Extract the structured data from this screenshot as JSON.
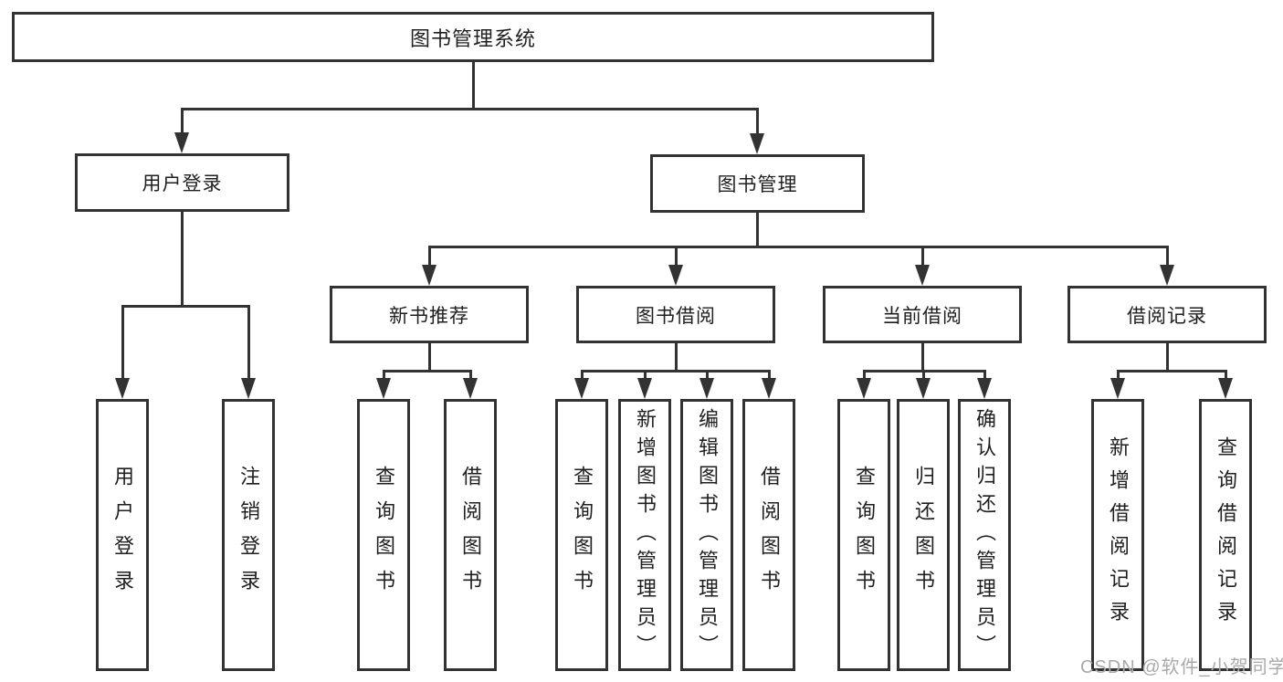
{
  "nodes": [
    {
      "id": "root",
      "label": "图书管理系统",
      "level": 1,
      "parent": null
    },
    {
      "id": "user-login",
      "label": "用户登录",
      "level": 2,
      "parent": "root"
    },
    {
      "id": "book-mgmt",
      "label": "图书管理",
      "level": 2,
      "parent": "root"
    },
    {
      "id": "new-book-rec",
      "label": "新书推荐",
      "level": 3,
      "parent": "book-mgmt"
    },
    {
      "id": "book-borrow",
      "label": "图书借阅",
      "level": 3,
      "parent": "book-mgmt"
    },
    {
      "id": "current-borrow",
      "label": "当前借阅",
      "level": 3,
      "parent": "book-mgmt"
    },
    {
      "id": "borrow-records",
      "label": "借阅记录",
      "level": 3,
      "parent": "book-mgmt"
    },
    {
      "id": "v-user-login",
      "label": "用户登录",
      "level": 4,
      "parent": "user-login"
    },
    {
      "id": "v-logout",
      "label": "注销登录",
      "level": 4,
      "parent": "user-login"
    },
    {
      "id": "v-query-book-1",
      "label": "查询图书",
      "level": 4,
      "parent": "new-book-rec"
    },
    {
      "id": "v-borrow-book-1",
      "label": "借阅图书",
      "level": 4,
      "parent": "new-book-rec"
    },
    {
      "id": "v-query-book-2",
      "label": "查询图书",
      "level": 4,
      "parent": "book-borrow"
    },
    {
      "id": "v-add-book",
      "label": "新增图书（管理员）",
      "level": 4,
      "parent": "book-borrow"
    },
    {
      "id": "v-edit-book",
      "label": "编辑图书（管理员）",
      "level": 4,
      "parent": "book-borrow"
    },
    {
      "id": "v-borrow-book-2",
      "label": "借阅图书",
      "level": 4,
      "parent": "book-borrow"
    },
    {
      "id": "v-query-book-3",
      "label": "查询图书",
      "level": 4,
      "parent": "current-borrow"
    },
    {
      "id": "v-return-book",
      "label": "归还图书",
      "level": 4,
      "parent": "current-borrow"
    },
    {
      "id": "v-confirm-return",
      "label": "确认归还（管理员）",
      "level": 4,
      "parent": "current-borrow"
    },
    {
      "id": "v-add-record",
      "label": "新增借阅记录",
      "level": 4,
      "parent": "borrow-records"
    },
    {
      "id": "v-query-record",
      "label": "查询借阅记录",
      "level": 4,
      "parent": "borrow-records"
    }
  ],
  "watermark": {
    "text": "CSDN @软件_小贺同学"
  },
  "colors": {
    "line": "#333333",
    "text": "#1f1f1f",
    "box_fill": "#ffffff",
    "background": "#ffffff",
    "watermark": "#a9a9a9"
  }
}
